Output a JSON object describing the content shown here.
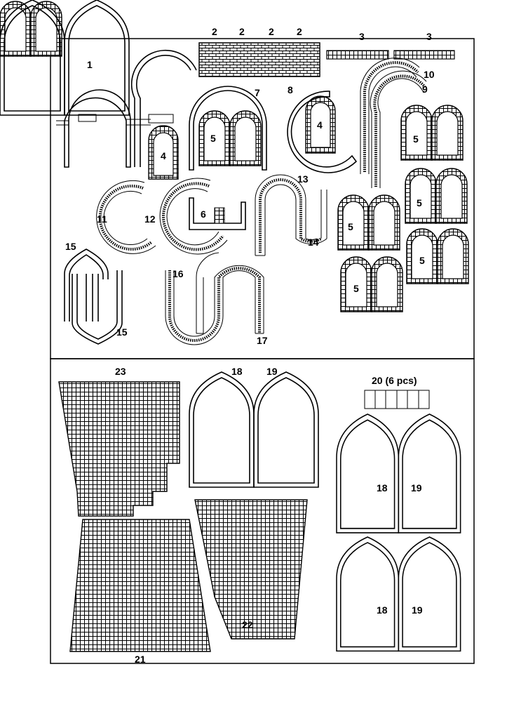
{
  "sheet": {
    "part_labels": [
      {
        "id": "l1",
        "text": "1"
      },
      {
        "id": "l2a",
        "text": "2"
      },
      {
        "id": "l2b",
        "text": "2"
      },
      {
        "id": "l2c",
        "text": "2"
      },
      {
        "id": "l2d",
        "text": "2"
      },
      {
        "id": "l3a",
        "text": "3"
      },
      {
        "id": "l3b",
        "text": "3"
      },
      {
        "id": "l4a",
        "text": "4"
      },
      {
        "id": "l4b",
        "text": "4"
      },
      {
        "id": "l5a",
        "text": "5"
      },
      {
        "id": "l5b",
        "text": "5"
      },
      {
        "id": "l5c",
        "text": "5"
      },
      {
        "id": "l5d",
        "text": "5"
      },
      {
        "id": "l5e",
        "text": "5"
      },
      {
        "id": "l5f",
        "text": "5"
      },
      {
        "id": "l6",
        "text": "6"
      },
      {
        "id": "l7",
        "text": "7"
      },
      {
        "id": "l8",
        "text": "8"
      },
      {
        "id": "l9",
        "text": "9"
      },
      {
        "id": "l10",
        "text": "10"
      },
      {
        "id": "l11",
        "text": "11"
      },
      {
        "id": "l12",
        "text": "12"
      },
      {
        "id": "l13",
        "text": "13"
      },
      {
        "id": "l14",
        "text": "14"
      },
      {
        "id": "l15a",
        "text": "15"
      },
      {
        "id": "l15b",
        "text": "15"
      },
      {
        "id": "l16",
        "text": "16"
      },
      {
        "id": "l17",
        "text": "17"
      },
      {
        "id": "l18a",
        "text": "18"
      },
      {
        "id": "l19a",
        "text": "19"
      },
      {
        "id": "l20",
        "text": "20 (6 pcs)"
      },
      {
        "id": "l18b",
        "text": "18"
      },
      {
        "id": "l19b",
        "text": "19"
      },
      {
        "id": "l18c",
        "text": "18"
      },
      {
        "id": "l19c",
        "text": "19"
      },
      {
        "id": "l21",
        "text": "21"
      },
      {
        "id": "l22",
        "text": "22"
      },
      {
        "id": "l23",
        "text": "23"
      }
    ]
  }
}
